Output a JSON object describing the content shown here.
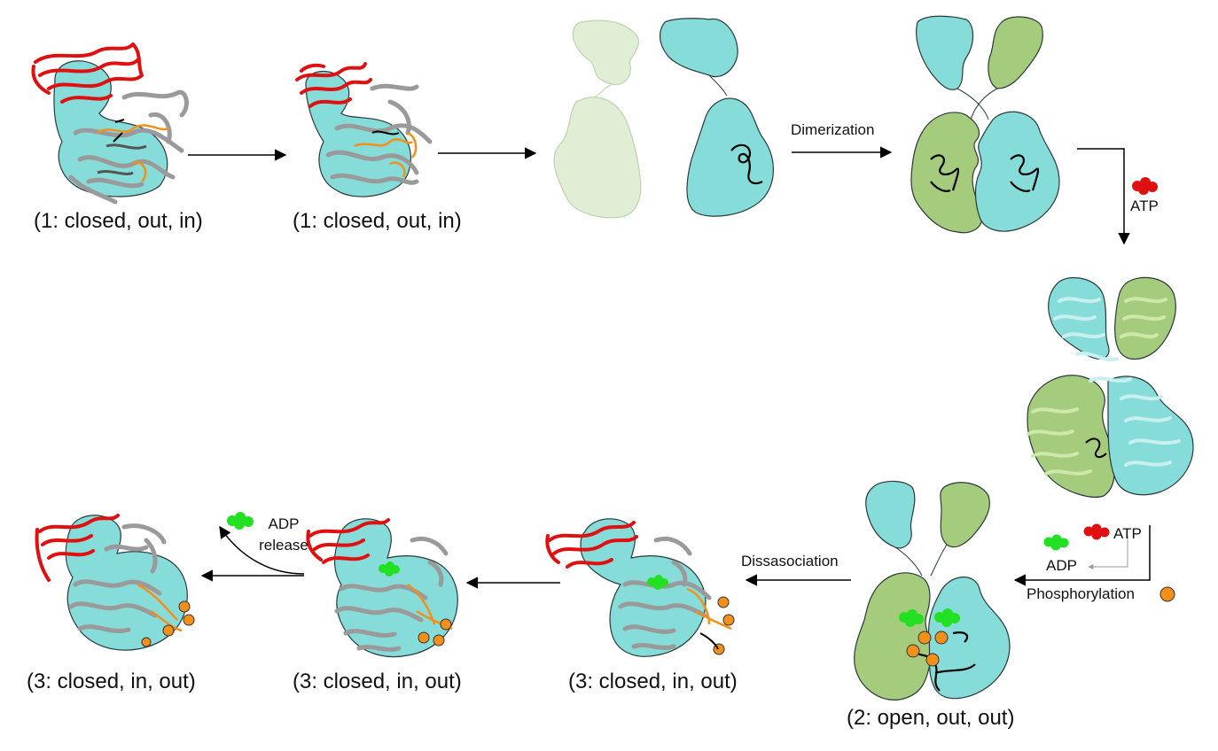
{
  "labels": {
    "state1a": "(1: closed, out, in)",
    "state1b": "(1: closed, out, in)",
    "state2": "(2: open, out, out)",
    "state3a": "(3: closed, in, out)",
    "state3b": "(3: closed, in, out)",
    "state3c": "(3: closed, in, out)"
  },
  "steps": {
    "dimerization": "Dimerization",
    "atp": "ATP",
    "atp2": "ATP",
    "adp": "ADP",
    "phosphorylation": "Phosphorylation",
    "dissociation": "Dissasociation",
    "adp_release_1": "ADP",
    "adp_release_2": "release"
  },
  "colors": {
    "cyan": "#86dcd9",
    "green": "#a5cb7d",
    "faded_green": "#e1eed6",
    "red": "#e01010",
    "orange": "#f39019",
    "ligand_green": "#22e022",
    "grey_ribbon": "#9a9a9a",
    "outline": "#2a3a3a"
  }
}
